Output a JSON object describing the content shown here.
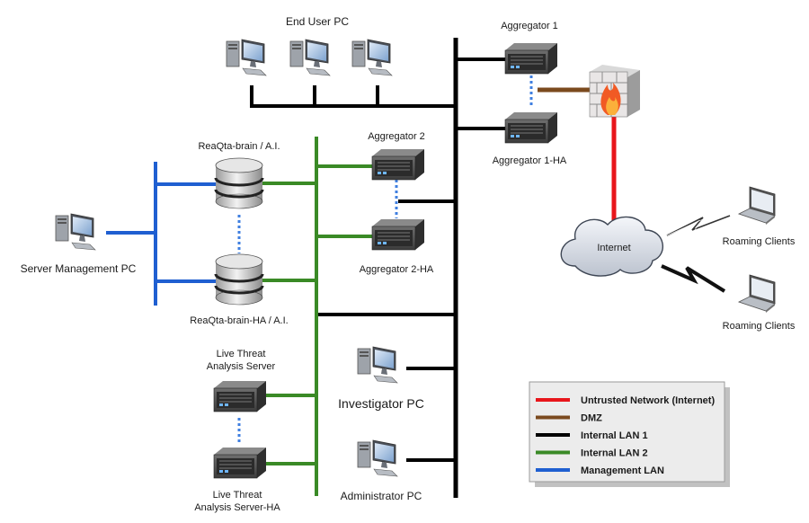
{
  "labels": {
    "end_user_pc": "End User PC",
    "aggregator_1": "Aggregator 1",
    "aggregator_1_ha": "Aggregator 1-HA",
    "aggregator_2": "Aggregator 2",
    "aggregator_2_ha": "Aggregator 2-HA",
    "brain": "ReaQta-brain / A.I.",
    "brain_ha": "ReaQta-brain-HA / A.I.",
    "server_mgmt_pc": "Server Management PC",
    "lta_server_line1": "Live Threat",
    "lta_server_line2": "Analysis Server",
    "lta_server_ha_line1": "Live Threat",
    "lta_server_ha_line2": "Analysis Server-HA",
    "investigator_pc": "Investigator PC",
    "administrator_pc": "Administrator PC",
    "internet": "Internet",
    "roaming_1": "Roaming Clients",
    "roaming_2": "Roaming Clients"
  },
  "legend": [
    {
      "label": "Untrusted Network (Internet)",
      "color": "#e8161b"
    },
    {
      "label": "DMZ",
      "color": "#7b4a1e"
    },
    {
      "label": "Internal LAN 1",
      "color": "#000000"
    },
    {
      "label": "Internal LAN 2",
      "color": "#3a8a26"
    },
    {
      "label": "Management LAN",
      "color": "#1f5fd1"
    }
  ],
  "colors": {
    "untrusted": "#e8161b",
    "dmz": "#7b4a1e",
    "lan1": "#000000",
    "lan2": "#3a8a26",
    "mgmt": "#1f5fd1",
    "ha_link": "#3f7fe0"
  }
}
